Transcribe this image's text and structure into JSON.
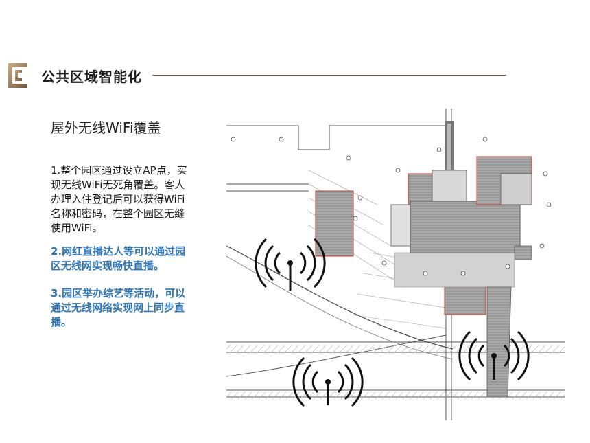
{
  "header": {
    "logo_icon": "gold-bracket-logo-icon",
    "title": "公共区域智能化",
    "accent_color": "#8a7158"
  },
  "content": {
    "subtitle": "屋外无线WiFi覆盖",
    "paragraphs": [
      {
        "text": "1.整个园区通过设立AP点，实现无线WiFi无死角覆盖。客人办理入住登记后可以获得WiFi名称和密码，在整个园区无缝使用WiFi。",
        "color": "#1a1a1a"
      },
      {
        "text": "2.网红直播达人等可以通过园区无线网实现畅快直播。",
        "color": "#2e75b6"
      },
      {
        "text": "3.园区举办综艺等活动，可以通过无线网络实现网上同步直播。",
        "color": "#2e75b6"
      }
    ]
  },
  "plan": {
    "icons": [
      "floor-plan-icon",
      "wifi-signal-icon"
    ],
    "colors": {
      "building": "#9a9a9a",
      "line": "#555555",
      "highlight": "#c0392b"
    }
  }
}
